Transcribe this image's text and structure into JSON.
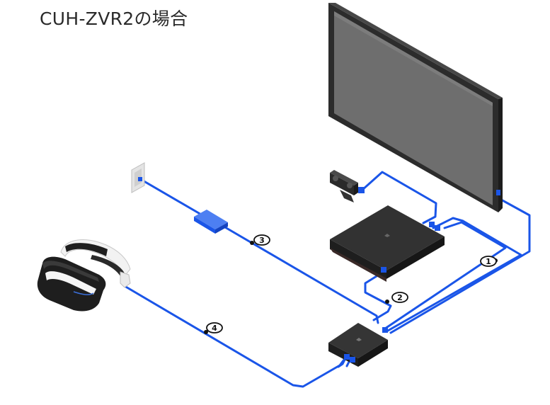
{
  "title": "CUH-ZVR2の場合",
  "cable_labels": [
    "1",
    "2",
    "3",
    "4"
  ],
  "colors": {
    "cable": "#1a55e8",
    "device_dark": "#2b2b2b",
    "tv_frame": "#2c2c2c",
    "tv_screen": "#6e6e6e",
    "headset_white": "#f2f2f2",
    "headset_black": "#1e1e1e"
  },
  "icons": {
    "tv": "tv-icon",
    "camera": "camera-icon",
    "console": "ps4-console-icon",
    "processor": "processor-unit-icon",
    "headset": "vr-headset-icon",
    "outlet": "wall-outlet-icon",
    "adapter": "ac-adapter-icon"
  }
}
